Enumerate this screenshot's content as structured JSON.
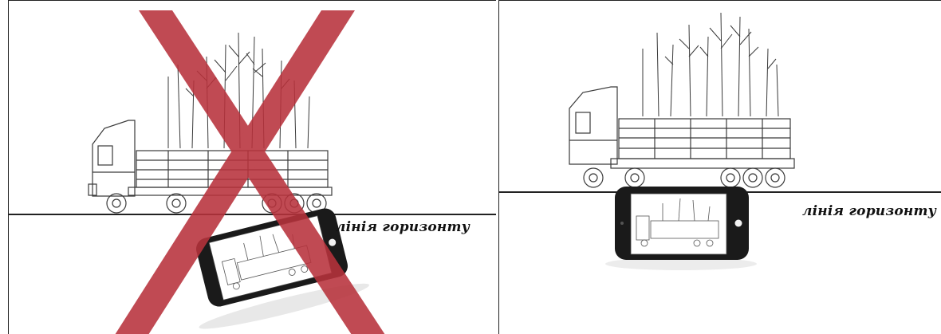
{
  "panels": [
    {
      "id": "wrong",
      "horizon_label": "лінія горизонту",
      "crossed_out": true,
      "phone_orientation": "tilted"
    },
    {
      "id": "right",
      "horizon_label": "лінія горизонту",
      "crossed_out": false,
      "phone_orientation": "level"
    }
  ],
  "colors": {
    "cross": "#b8323c",
    "line": "#222222",
    "sketch": "#3a3a3a"
  }
}
